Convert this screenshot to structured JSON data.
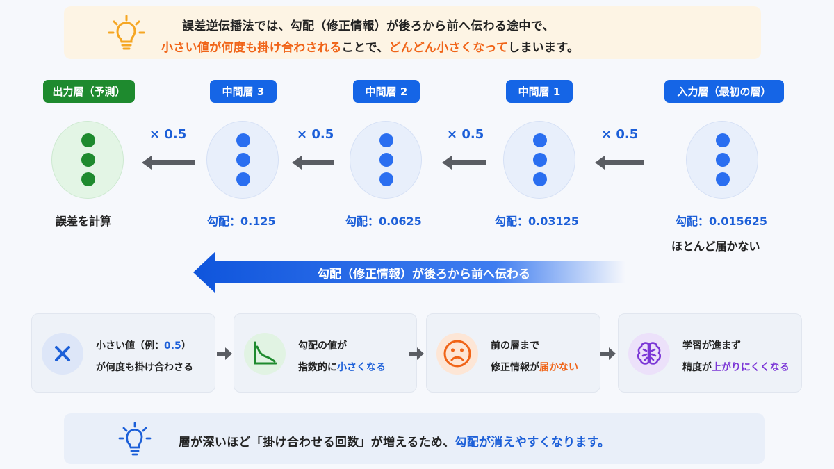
{
  "banner": {
    "line1": "誤差逆伝播法では、勾配（修正情報）が後ろから前へ伝わる途中で、",
    "line2_part1": "小さい値が何度も掛け合わされる",
    "line2_part2": "ことで、",
    "line2_part3": "どんどん小さくなって",
    "line2_part4": "しまいます。"
  },
  "layers": {
    "output": {
      "label": "出力層（予測）",
      "note": "誤差を計算"
    },
    "hidden3": {
      "label": "中間層 3",
      "gradient": "勾配：0.125"
    },
    "hidden2": {
      "label": "中間層 2",
      "gradient": "勾配：0.0625"
    },
    "hidden1": {
      "label": "中間層 1",
      "gradient": "勾配：0.03125"
    },
    "input": {
      "label": "入力層（最初の層）",
      "gradient": "勾配：0.015625",
      "note": "ほとんど届かない"
    }
  },
  "multipliers": [
    "× 0.5",
    "× 0.5",
    "× 0.5",
    "× 0.5"
  ],
  "big_arrow": {
    "label": "勾配（修正情報）が後ろから前へ伝わる"
  },
  "flow": {
    "step1": {
      "line1_a": "小さい値（例：",
      "line1_b": "0.5",
      "line1_c": "）",
      "line2": "が何度も掛け合わさる"
    },
    "step2": {
      "line1": "勾配の値が",
      "line2_a": "指数的に",
      "line2_b": "小さくなる"
    },
    "step3": {
      "line1": "前の層まで",
      "line2_a": "修正情報が",
      "line2_b": "届かない"
    },
    "step4": {
      "line1": "学習が進まず",
      "line2_a": "精度が",
      "line2_b": "上がりにくくなる"
    }
  },
  "footer": {
    "text_a": "層が深いほど「掛け合わせる回数」が増えるため、",
    "text_b": "勾配が消えやすくなります。"
  },
  "colors": {
    "accent_blue": "#1565e6",
    "accent_green": "#1e8a2e",
    "accent_orange": "#f06418",
    "accent_purple": "#7b36d6"
  }
}
